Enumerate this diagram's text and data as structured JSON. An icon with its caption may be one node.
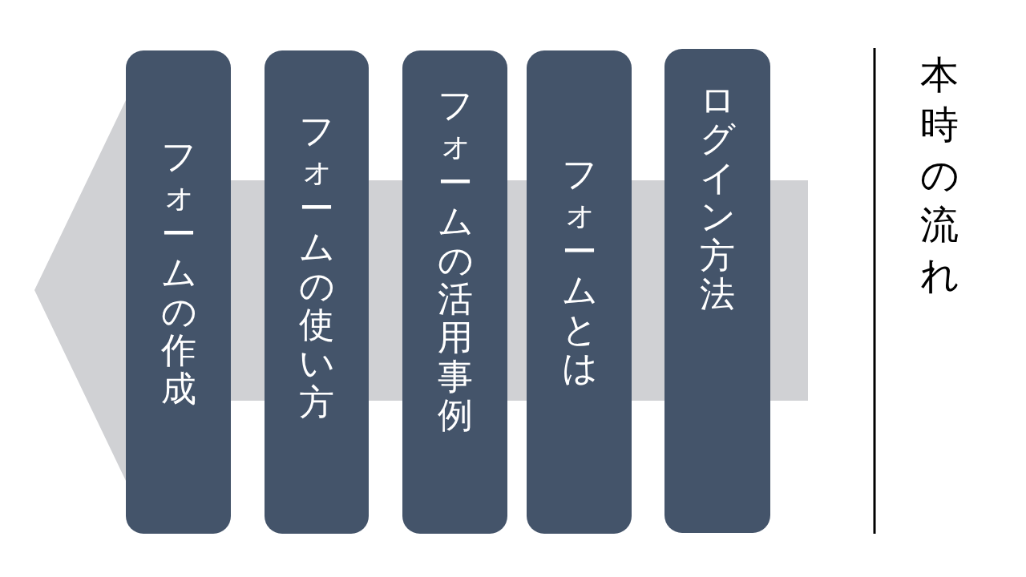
{
  "diagram": {
    "title": "本時の流れ",
    "nodes": [
      {
        "text": [
          "ログイン方法"
        ]
      },
      {
        "text": [
          "フォームとは"
        ]
      },
      {
        "text": [
          "フォームの活用事例"
        ]
      },
      {
        "text": [
          "フォームの使い方"
        ]
      },
      {
        "text": [
          "フォームの作成"
        ]
      }
    ],
    "edges": []
  }
}
